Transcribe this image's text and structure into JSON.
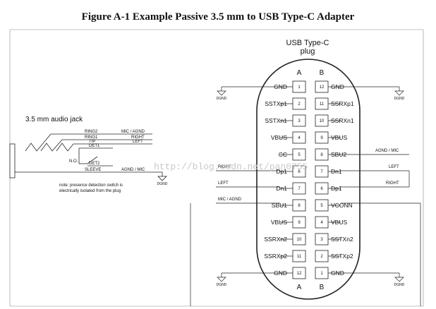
{
  "title": "Figure A-1  Example Passive 3.5 mm to USB Type-C Adapter",
  "connector": {
    "title_line1": "USB Type-C",
    "title_line2": "plug",
    "column_a": "A",
    "column_b": "B",
    "rows": [
      {
        "left_name": "GND",
        "left_pin": "1",
        "right_pin": "12",
        "right_name": "GND"
      },
      {
        "left_name": "SSTXp1",
        "left_pin": "2",
        "right_pin": "11",
        "right_name": "SSRXp1"
      },
      {
        "left_name": "SSTXn1",
        "left_pin": "3",
        "right_pin": "10",
        "right_name": "SSRXn1"
      },
      {
        "left_name": "VBUS",
        "left_pin": "4",
        "right_pin": "9",
        "right_name": "VBUS"
      },
      {
        "left_name": "CC",
        "left_pin": "5",
        "right_pin": "8",
        "right_name": "SBU2"
      },
      {
        "left_name": "Dp1",
        "left_pin": "6",
        "right_pin": "7",
        "right_name": "Dn1"
      },
      {
        "left_name": "Dn1",
        "left_pin": "7",
        "right_pin": "6",
        "right_name": "Dp1"
      },
      {
        "left_name": "SBU1",
        "left_pin": "8",
        "right_pin": "5",
        "right_name": "VCONN"
      },
      {
        "left_name": "VBUS",
        "left_pin": "9",
        "right_pin": "4",
        "right_name": "VBUS"
      },
      {
        "left_name": "SSRXn2",
        "left_pin": "10",
        "right_pin": "3",
        "right_name": "SSTXn2"
      },
      {
        "left_name": "SSRXp2",
        "left_pin": "11",
        "right_pin": "2",
        "right_name": "SSTXp2"
      },
      {
        "left_name": "GND",
        "left_pin": "12",
        "right_pin": "1",
        "right_name": "GND"
      }
    ]
  },
  "jack": {
    "title": "3.5 mm audio jack",
    "contacts": [
      "RING2",
      "RING1",
      "TIP",
      "DET1",
      "DET2",
      "SLEEVE"
    ],
    "contact_signals": [
      "MIC / AGND",
      "RIGHT",
      "LEFT",
      "AGND / MIC"
    ],
    "switch_label": "N.O.",
    "note_line1": "note:  presence detection switch is",
    "note_line2": "electrically isolated from the plug"
  },
  "net_labels": {
    "agnd_mic": "AGND / MIC",
    "right": "RIGHT",
    "left": "LEFT",
    "mic_agnd": "MIC / AGND",
    "dgnd": "DGND"
  },
  "watermark": "http://blog.csdn.net/pan0755"
}
